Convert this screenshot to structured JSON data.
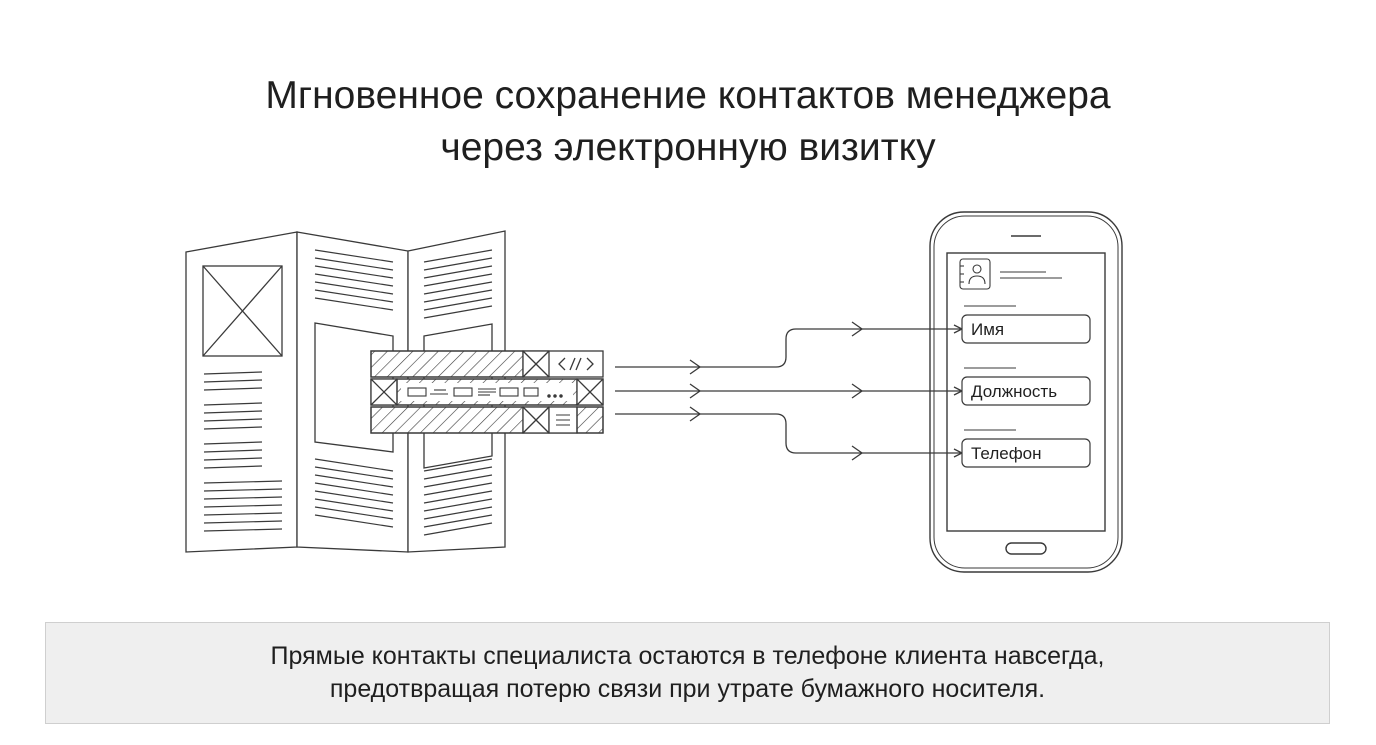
{
  "title": {
    "line1": "Мгновенное сохранение контактов менеджера",
    "line2": "через электронную визитку"
  },
  "phone": {
    "fields": [
      {
        "label": "Имя"
      },
      {
        "label": "Должность"
      },
      {
        "label": "Телефон"
      }
    ]
  },
  "caption": {
    "line1": "Прямые контакты специалиста остаются в телефоне клиента навсегда,",
    "line2": "предотвращая потерю связи при утрате бумажного носителя."
  },
  "icons": [
    "brochure-icon",
    "code-icon",
    "contact-card-icon",
    "smartphone-icon",
    "arrow-icon"
  ],
  "colors": {
    "stroke": "#3a3a3a",
    "caption_bg": "#efefef",
    "caption_border": "#cfcfcf"
  }
}
